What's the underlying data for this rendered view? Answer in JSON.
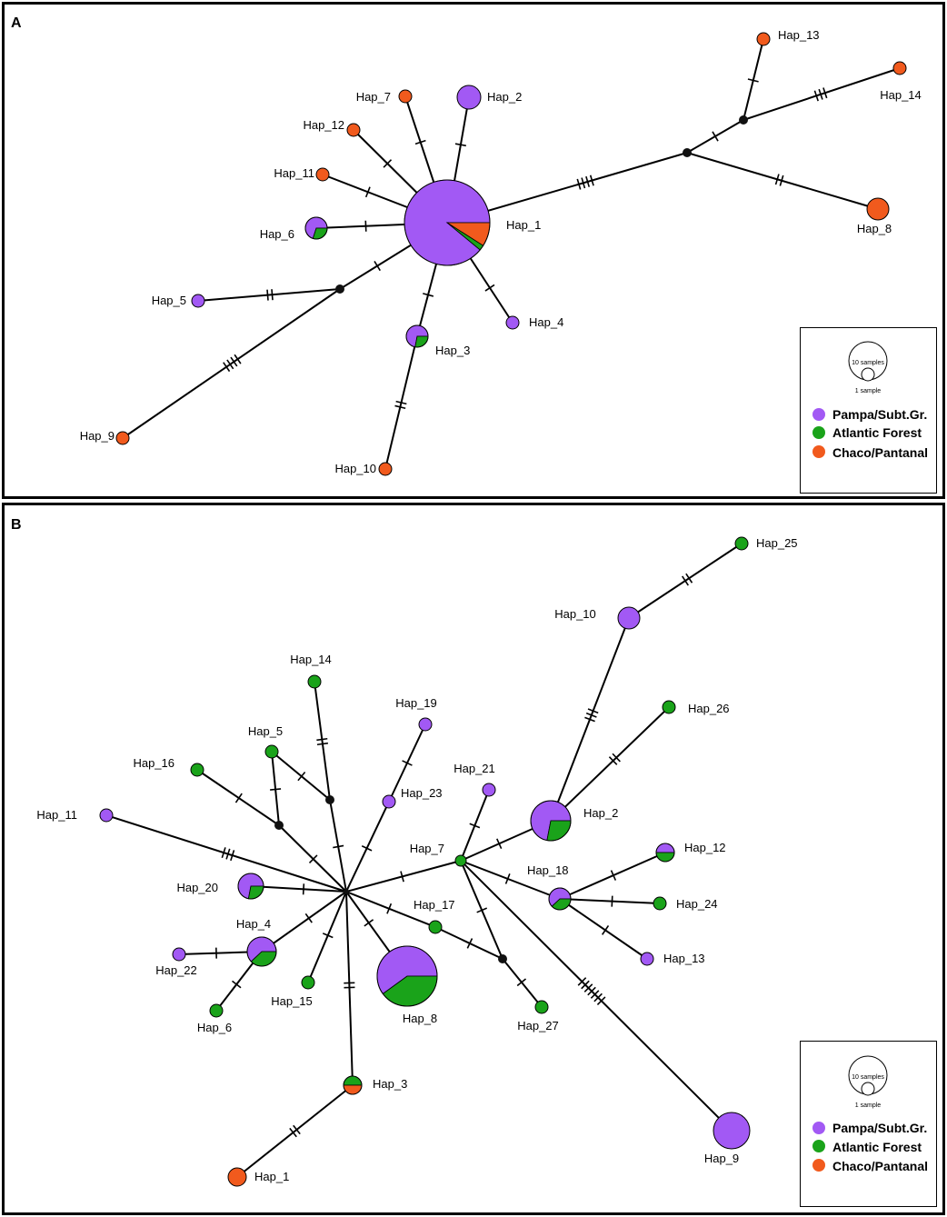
{
  "colors": {
    "pampa": "#a259f4",
    "atlantic": "#1aa31a",
    "chaco": "#f15a1d",
    "median": "#111111",
    "edge": "#000000"
  },
  "legend": {
    "scale_large": "10 samples",
    "scale_small": "1 sample",
    "items": [
      {
        "key": "pampa",
        "label": "Pampa/Subt.Gr."
      },
      {
        "key": "atlantic",
        "label": "Atlantic Forest"
      },
      {
        "key": "chaco",
        "label": "Chaco/Pantanal"
      }
    ]
  },
  "panels": [
    {
      "id": "a",
      "letter": "A",
      "nodes": [
        {
          "id": "h1",
          "label": "Hap_1",
          "size": 10,
          "comp": {
            "pampa": 0.89,
            "atlantic": 0.02,
            "chaco": 0.09
          }
        },
        {
          "id": "h2",
          "label": "Hap_2",
          "size": 1.1,
          "comp": {
            "pampa": 1
          }
        },
        {
          "id": "h3",
          "label": "Hap_3",
          "size": 0.7,
          "comp": {
            "pampa": 0.72,
            "atlantic": 0.28
          }
        },
        {
          "id": "h4",
          "label": "Hap_4",
          "size": 0.25,
          "comp": {
            "pampa": 1
          }
        },
        {
          "id": "h5",
          "label": "Hap_5",
          "size": 0.25,
          "comp": {
            "pampa": 1
          }
        },
        {
          "id": "h6",
          "label": "Hap_6",
          "size": 0.7,
          "comp": {
            "pampa": 0.7,
            "atlantic": 0.3
          }
        },
        {
          "id": "h7",
          "label": "Hap_7",
          "size": 0.25,
          "comp": {
            "chaco": 1
          }
        },
        {
          "id": "h8",
          "label": "Hap_8",
          "size": 0.7,
          "comp": {
            "chaco": 1
          }
        },
        {
          "id": "h9",
          "label": "Hap_9",
          "size": 0.25,
          "comp": {
            "chaco": 1
          }
        },
        {
          "id": "h10",
          "label": "Hap_10",
          "size": 0.25,
          "comp": {
            "chaco": 1
          }
        },
        {
          "id": "h11",
          "label": "Hap_11",
          "size": 0.25,
          "comp": {
            "chaco": 1
          }
        },
        {
          "id": "h12",
          "label": "Hap_12",
          "size": 0.25,
          "comp": {
            "chaco": 1
          }
        },
        {
          "id": "h13",
          "label": "Hap_13",
          "size": 0.25,
          "comp": {
            "chaco": 1
          }
        },
        {
          "id": "h14",
          "label": "Hap_14",
          "size": 0.25,
          "comp": {
            "chaco": 1
          }
        },
        {
          "id": "mv1",
          "label": "",
          "median": true
        },
        {
          "id": "mv2",
          "label": "",
          "median": true
        },
        {
          "id": "mv3",
          "label": "",
          "median": true
        }
      ],
      "edges": [
        {
          "from": "h1",
          "to": "h2",
          "steps": 1
        },
        {
          "from": "h1",
          "to": "h7",
          "steps": 1
        },
        {
          "from": "h1",
          "to": "h12",
          "steps": 1
        },
        {
          "from": "h1",
          "to": "h11",
          "steps": 1
        },
        {
          "from": "h1",
          "to": "h6",
          "steps": 1
        },
        {
          "from": "h1",
          "to": "mv1",
          "steps": 1
        },
        {
          "from": "h1",
          "to": "h3",
          "steps": 1
        },
        {
          "from": "h1",
          "to": "h4",
          "steps": 1
        },
        {
          "from": "h1",
          "to": "mv2",
          "steps": 4
        },
        {
          "from": "mv1",
          "to": "h5",
          "steps": 2
        },
        {
          "from": "mv1",
          "to": "h9",
          "steps": 4
        },
        {
          "from": "h3",
          "to": "h10",
          "steps": 2
        },
        {
          "from": "mv2",
          "to": "mv3",
          "steps": 1
        },
        {
          "from": "mv2",
          "to": "h8",
          "steps": 2
        },
        {
          "from": "mv3",
          "to": "h13",
          "steps": 1
        },
        {
          "from": "mv3",
          "to": "h14",
          "steps": 3
        }
      ]
    },
    {
      "id": "b",
      "letter": "B",
      "nodes": [
        {
          "id": "h1",
          "label": "Hap_1",
          "size": 0.5,
          "comp": {
            "chaco": 1
          }
        },
        {
          "id": "h2",
          "label": "Hap_2",
          "size": 2.5,
          "comp": {
            "pampa": 0.72,
            "atlantic": 0.28
          }
        },
        {
          "id": "h3",
          "label": "Hap_3",
          "size": 0.5,
          "comp": {
            "atlantic": 0.5,
            "chaco": 0.5
          }
        },
        {
          "id": "h4",
          "label": "Hap_4",
          "size": 1.2,
          "comp": {
            "pampa": 0.62,
            "atlantic": 0.38
          }
        },
        {
          "id": "h5",
          "label": "Hap_5",
          "size": 0.25,
          "comp": {
            "atlantic": 1
          }
        },
        {
          "id": "h6",
          "label": "Hap_6",
          "size": 0.25,
          "comp": {
            "atlantic": 1
          }
        },
        {
          "id": "h7",
          "label": "Hap_7",
          "size": 0.2,
          "comp": {
            "atlantic": 1
          }
        },
        {
          "id": "h8",
          "label": "Hap_8",
          "size": 5.2,
          "comp": {
            "pampa": 0.6,
            "atlantic": 0.4
          }
        },
        {
          "id": "h9",
          "label": "Hap_9",
          "size": 1.8,
          "comp": {
            "pampa": 1
          }
        },
        {
          "id": "h10",
          "label": "Hap_10",
          "size": 0.7,
          "comp": {
            "pampa": 1
          }
        },
        {
          "id": "h11",
          "label": "Hap_11",
          "size": 0.25,
          "comp": {
            "pampa": 1
          }
        },
        {
          "id": "h12",
          "label": "Hap_12",
          "size": 0.5,
          "comp": {
            "pampa": 0.5,
            "atlantic": 0.5
          }
        },
        {
          "id": "h13",
          "label": "Hap_13",
          "size": 0.25,
          "comp": {
            "pampa": 1
          }
        },
        {
          "id": "h14",
          "label": "Hap_14",
          "size": 0.25,
          "comp": {
            "atlantic": 1
          }
        },
        {
          "id": "h15",
          "label": "Hap_15",
          "size": 0.25,
          "comp": {
            "atlantic": 1
          }
        },
        {
          "id": "h16",
          "label": "Hap_16",
          "size": 0.25,
          "comp": {
            "atlantic": 1
          }
        },
        {
          "id": "h17",
          "label": "Hap_17",
          "size": 0.25,
          "comp": {
            "atlantic": 1
          }
        },
        {
          "id": "h18",
          "label": "Hap_18",
          "size": 0.7,
          "comp": {
            "pampa": 0.62,
            "atlantic": 0.38
          }
        },
        {
          "id": "h19",
          "label": "Hap_19",
          "size": 0.25,
          "comp": {
            "pampa": 1
          }
        },
        {
          "id": "h20",
          "label": "Hap_20",
          "size": 0.9,
          "comp": {
            "pampa": 0.72,
            "atlantic": 0.28
          }
        },
        {
          "id": "h21",
          "label": "Hap_21",
          "size": 0.25,
          "comp": {
            "pampa": 1
          }
        },
        {
          "id": "h22",
          "label": "Hap_22",
          "size": 0.25,
          "comp": {
            "pampa": 1
          }
        },
        {
          "id": "h23",
          "label": "Hap_23",
          "size": 0.25,
          "comp": {
            "pampa": 1
          }
        },
        {
          "id": "h24",
          "label": "Hap_24",
          "size": 0.25,
          "comp": {
            "atlantic": 1
          }
        },
        {
          "id": "h25",
          "label": "Hap_25",
          "size": 0.25,
          "comp": {
            "atlantic": 1
          }
        },
        {
          "id": "h26",
          "label": "Hap_26",
          "size": 0.25,
          "comp": {
            "atlantic": 1
          }
        },
        {
          "id": "h27",
          "label": "Hap_27",
          "size": 0.25,
          "comp": {
            "atlantic": 1
          }
        },
        {
          "id": "c",
          "label": "",
          "median": true,
          "tiny": true
        },
        {
          "id": "mv1",
          "label": "",
          "median": true
        },
        {
          "id": "mv2",
          "label": "",
          "median": true
        },
        {
          "id": "mv3",
          "label": "",
          "median": true
        }
      ],
      "edges": [
        {
          "from": "c",
          "to": "h11",
          "steps": 3
        },
        {
          "from": "c",
          "to": "mv1",
          "steps": 1
        },
        {
          "from": "c",
          "to": "mv2",
          "steps": 1
        },
        {
          "from": "c",
          "to": "h23",
          "steps": 1
        },
        {
          "from": "c",
          "to": "h20",
          "steps": 1
        },
        {
          "from": "c",
          "to": "h4",
          "steps": 1
        },
        {
          "from": "c",
          "to": "h15",
          "steps": 1
        },
        {
          "from": "c",
          "to": "h3",
          "steps": 2
        },
        {
          "from": "c",
          "to": "h8",
          "steps": 1
        },
        {
          "from": "c",
          "to": "h17",
          "steps": 1
        },
        {
          "from": "c",
          "to": "h7",
          "steps": 1
        },
        {
          "from": "mv1",
          "to": "h16",
          "steps": 1
        },
        {
          "from": "mv1",
          "to": "h5",
          "steps": 1
        },
        {
          "from": "mv2",
          "to": "h5",
          "steps": 1
        },
        {
          "from": "mv2",
          "to": "h14",
          "steps": 2
        },
        {
          "from": "h23",
          "to": "h19",
          "steps": 1
        },
        {
          "from": "h4",
          "to": "h22",
          "steps": 1
        },
        {
          "from": "h4",
          "to": "h6",
          "steps": 1
        },
        {
          "from": "h3",
          "to": "h1",
          "steps": 2
        },
        {
          "from": "h17",
          "to": "mv3",
          "steps": 1
        },
        {
          "from": "h7",
          "to": "mv3",
          "steps": 1
        },
        {
          "from": "mv3",
          "to": "h27",
          "steps": 1
        },
        {
          "from": "h7",
          "to": "h21",
          "steps": 1
        },
        {
          "from": "h7",
          "to": "h2",
          "steps": 1
        },
        {
          "from": "h7",
          "to": "h18",
          "steps": 1
        },
        {
          "from": "h7",
          "to": "h9",
          "steps": 7
        },
        {
          "from": "h2",
          "to": "h10",
          "steps": 3
        },
        {
          "from": "h2",
          "to": "h26",
          "steps": 2
        },
        {
          "from": "h10",
          "to": "h25",
          "steps": 2
        },
        {
          "from": "h18",
          "to": "h12",
          "steps": 1
        },
        {
          "from": "h18",
          "to": "h24",
          "steps": 1
        },
        {
          "from": "h18",
          "to": "h13",
          "steps": 1
        }
      ]
    }
  ]
}
